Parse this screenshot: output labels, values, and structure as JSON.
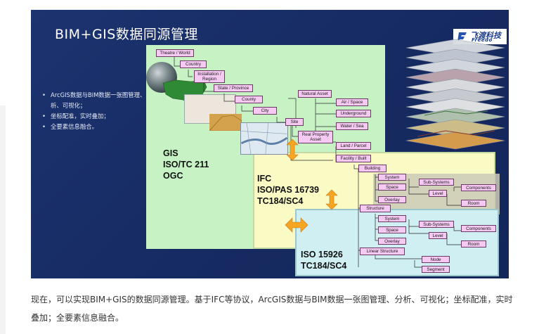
{
  "slide": {
    "title": "BIM+GIS数据同源管理",
    "logo": {
      "cn": "飞渡科技",
      "en": "Freedo"
    },
    "bullets": [
      "ArcGIS数据与BIM数据一张图管理、分析、可视化；",
      "坐标配准，实时叠加；",
      "全要素信息融合。"
    ]
  },
  "diagram": {
    "gis_label": [
      "GIS",
      "ISO/TC 211",
      "OGC"
    ],
    "ifc_label": [
      "IFC",
      "ISO/PAS 16739",
      "TC184/SC4"
    ],
    "iso_label": [
      "ISO 15926",
      "TC184/SC4"
    ],
    "nodes": {
      "theatre_world": "Theatre / World",
      "country": "Country",
      "installation_region": "Installation / Region",
      "state_province": "State / Province",
      "county": "County",
      "city": "City",
      "site": "Site",
      "natural_asset": "Natural Asset",
      "air_space": "Air / Space",
      "underground": "Underground",
      "water_sea": "Water / Sea",
      "real_property_asset": "Real Property Asset",
      "land_parcel": "Land / Parcel",
      "facility_built": "Facility / Built",
      "building": "Building",
      "system_1": "System",
      "space_1": "Space",
      "overlay_1": "Overlay",
      "subsystems_1": "Sub-Systems",
      "level_1": "Level",
      "components_1": "Components",
      "room_1": "Room",
      "structure": "Structure",
      "system_2": "System",
      "space_2": "Space",
      "overlay_2": "Overlay",
      "subsystems_2": "Sub-Systems",
      "level_2": "Level",
      "components_2": "Components",
      "room_2": "Room",
      "linear_structure": "Linear Structure",
      "node": "Node",
      "segment": "Segment"
    },
    "colors": {
      "slide_bg": "#1a2f68",
      "gis_bg": "#c6f2c4",
      "ifc_bg": "#f9fac4",
      "iso_bg": "#cfeff3",
      "node_bg": "#f6c9f2",
      "arrow": "#f6a623"
    }
  },
  "caption": "现在，可以实现BIM+GIS的数据同源管理。基于IFC等协议，ArcGIS数据与BIM数据一张图管理、分析、可视化；坐标配准，实时叠加；全要素信息融合。"
}
